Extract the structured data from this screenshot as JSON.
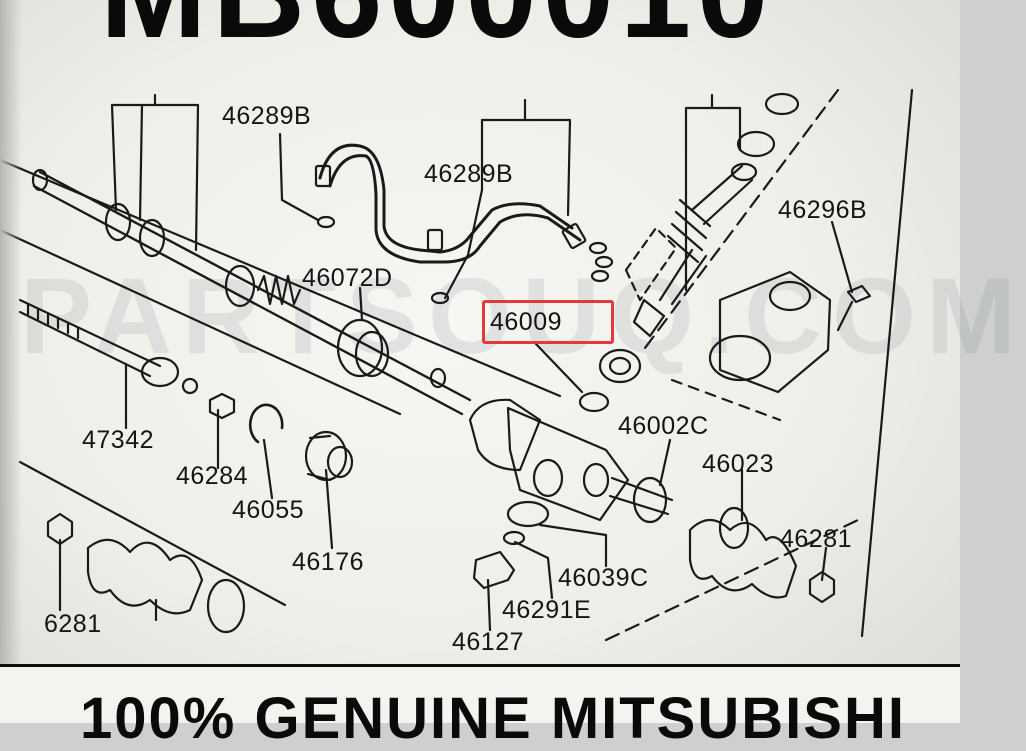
{
  "header": {
    "part_code": "MB600010"
  },
  "watermark": {
    "text": "PARTSOUQ.COM"
  },
  "labels": {
    "l46289b_top": "46289B",
    "l46289b_mid": "46289B",
    "l46296b": "46296B",
    "l46072d": "46072D",
    "l46009": "46009",
    "l46002c": "46002C",
    "l47342": "47342",
    "l46023": "46023",
    "l46284": "46284",
    "l46055": "46055",
    "l46281_right": "46281",
    "l46176": "46176",
    "l46039c": "46039C",
    "l46291e": "46291E",
    "l6281_left": "6281",
    "l46127": "46127"
  },
  "highlight": {
    "part": "46009",
    "color": "#e23a3a"
  },
  "footer": {
    "text": "100% GENUINE MITSUBISHI"
  }
}
